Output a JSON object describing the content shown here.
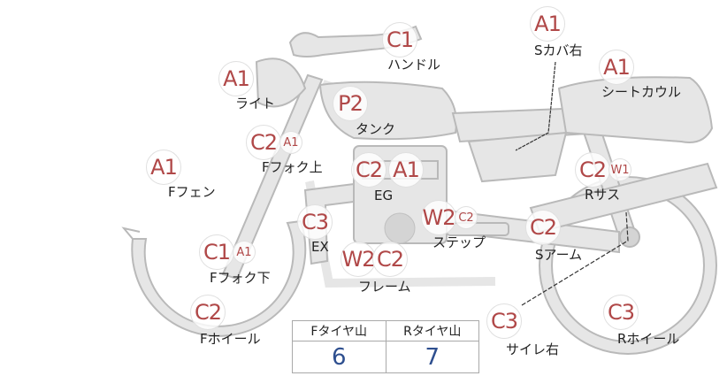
{
  "parts": [
    {
      "id": "handle",
      "grades": [
        "C1"
      ],
      "label": "ハンドル"
    },
    {
      "id": "light",
      "grades": [
        "A1"
      ],
      "label": "ライト"
    },
    {
      "id": "tank",
      "grades": [
        "P2"
      ],
      "label": "タンク"
    },
    {
      "id": "fork-upper",
      "grades": [
        "C2",
        "A1"
      ],
      "label": "Fフォク上"
    },
    {
      "id": "f-fender",
      "grades": [
        "A1"
      ],
      "label": "Fフェン"
    },
    {
      "id": "engine",
      "grades": [
        "C2",
        "A1"
      ],
      "label": "EG"
    },
    {
      "id": "exhaust",
      "grades": [
        "C3"
      ],
      "label": "EX"
    },
    {
      "id": "fork-lower",
      "grades": [
        "C1",
        "A1"
      ],
      "label": "Fフォク下"
    },
    {
      "id": "frame",
      "grades": [
        "W2",
        "C2"
      ],
      "label": "フレーム"
    },
    {
      "id": "step",
      "grades": [
        "W2",
        "C2"
      ],
      "label": "ステップ"
    },
    {
      "id": "f-wheel",
      "grades": [
        "C2"
      ],
      "label": "Fホイール"
    },
    {
      "id": "side-cover-r",
      "grades": [
        "A1"
      ],
      "label": "Sカバ右"
    },
    {
      "id": "seat-cowl",
      "grades": [
        "A1"
      ],
      "label": "シートカウル"
    },
    {
      "id": "r-sus",
      "grades": [
        "C2",
        "W1"
      ],
      "label": "Rサス"
    },
    {
      "id": "swing-arm",
      "grades": [
        "C2"
      ],
      "label": "Sアーム"
    },
    {
      "id": "silencer-r",
      "grades": [
        "C3"
      ],
      "label": "サイレ右"
    },
    {
      "id": "r-wheel",
      "grades": [
        "C3"
      ],
      "label": "Rホイール"
    }
  ],
  "tread": {
    "front_label": "Fタイヤ山",
    "rear_label": "Rタイヤ山",
    "front_value": "6",
    "rear_value": "7"
  }
}
